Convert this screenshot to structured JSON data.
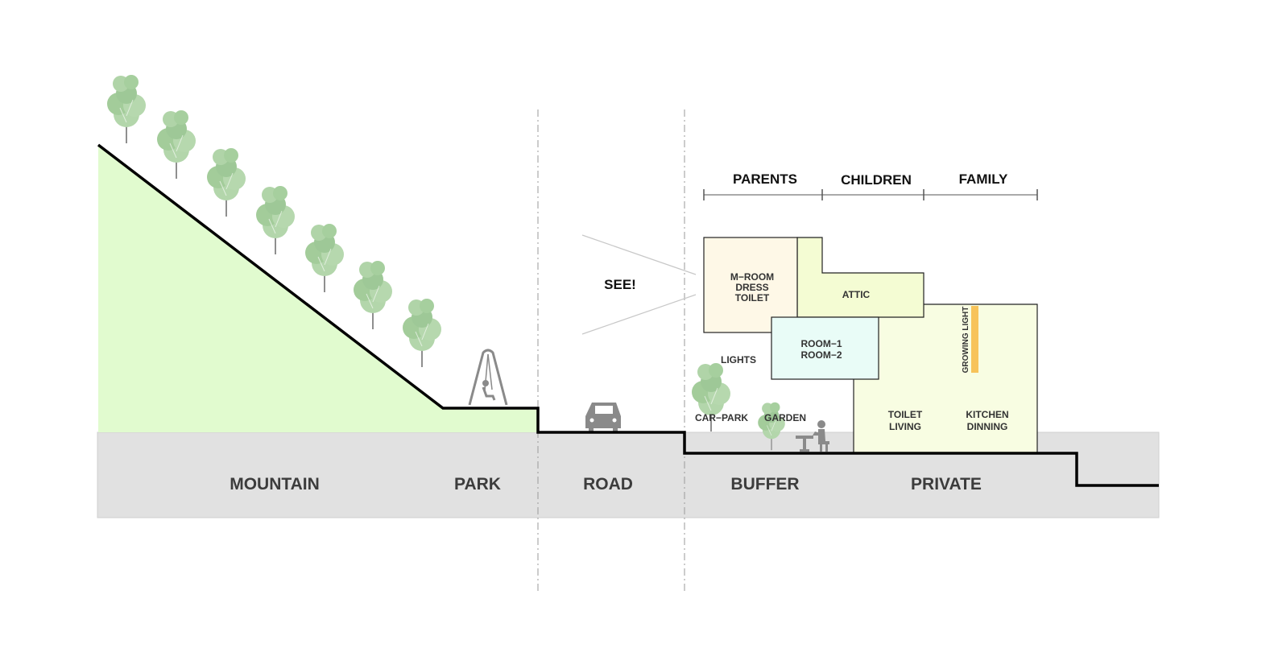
{
  "zones": {
    "mountain": "MOUNTAIN",
    "park": "PARK",
    "road": "ROAD",
    "buffer": "BUFFER",
    "private": "PRIVATE"
  },
  "groups": {
    "parents": "PARENTS",
    "children": "CHILDREN",
    "family": "FAMILY"
  },
  "annotations": {
    "see": "SEE!",
    "lights": "LIGHTS",
    "car_park": "CAR−PARK",
    "garden": "GARDEN",
    "growing_light": "GROWING LIGHT"
  },
  "rooms": {
    "parents_room": [
      "M−ROOM",
      "DRESS",
      "TOILET"
    ],
    "attic": "ATTIC",
    "kids_rooms": [
      "ROOM−1",
      "ROOM−2"
    ],
    "living": [
      "TOILET",
      "LIVING"
    ],
    "kitchen": [
      "KITCHEN",
      "DINNING"
    ]
  },
  "colors": {
    "mountain_fill": "#e1fbcf",
    "ground": "#e1e1e1",
    "parents_room": "#fef8e7",
    "attic": "#f4fcd3",
    "kids_rooms": "#e9fcf7",
    "private_volume": "#f8fde2",
    "growing_light": "#f7c35a",
    "tree_green": "#a9cfa0",
    "icon_gray": "#8a8a8a"
  },
  "icons": [
    "tree-icon",
    "swing-icon",
    "car-icon",
    "person-at-table-icon"
  ]
}
